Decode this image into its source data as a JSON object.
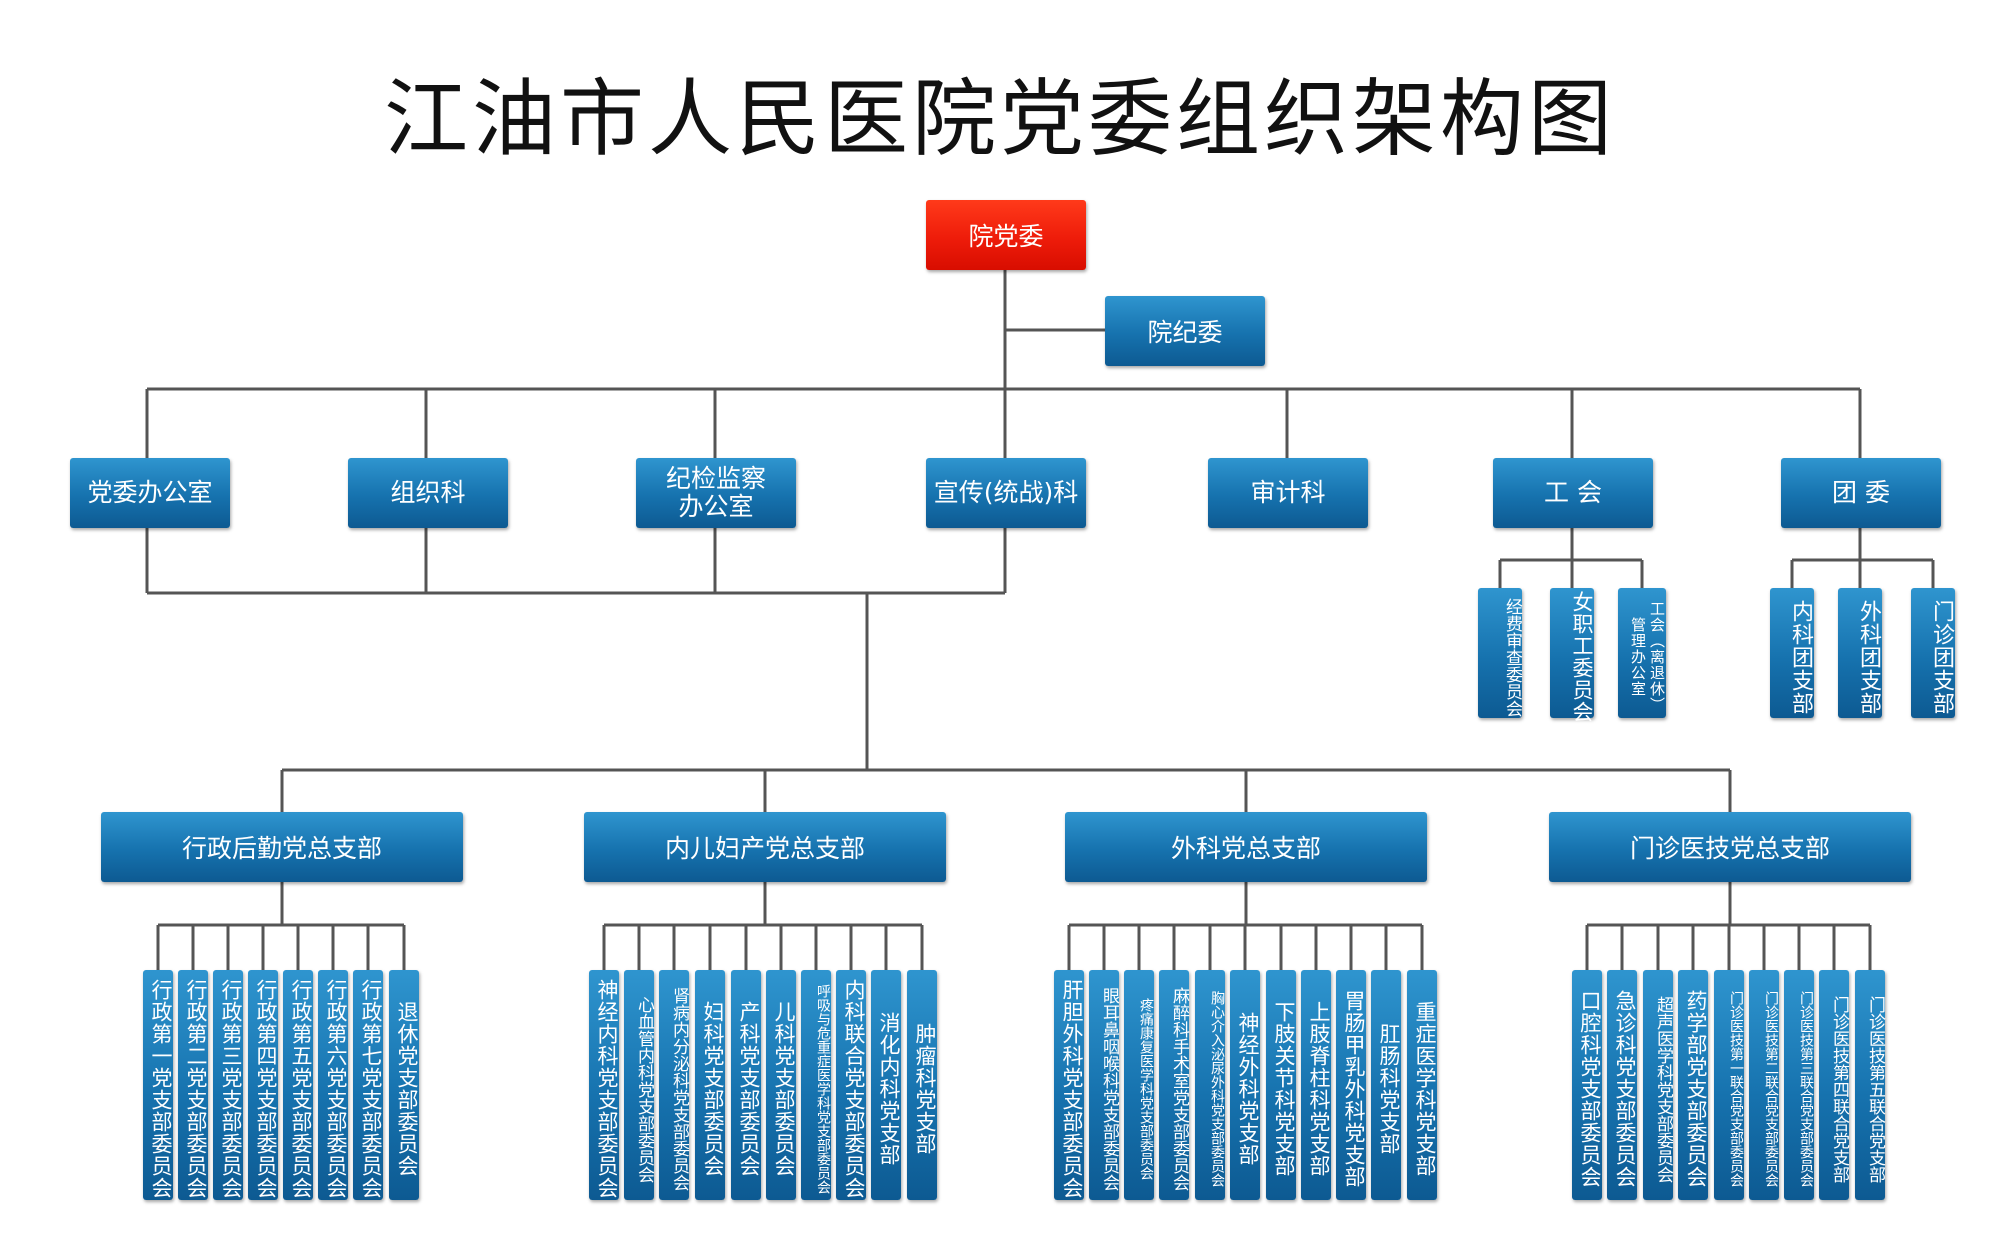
{
  "title": "江油市人民医院党委组织架构图",
  "root": "院党委",
  "discipline": "院纪委",
  "departments": [
    "党委办公室",
    "组织科",
    "纪检监察\n办公室",
    "宣传(统战)科",
    "审计科",
    "工 会",
    "团 委"
  ],
  "union_children": [
    "经费审查委员会",
    "女职工委员会",
    "工会（离退休）管理办公室"
  ],
  "youth_children": [
    "内科团支部",
    "外科团支部",
    "门诊团支部"
  ],
  "branches": [
    {
      "name": "行政后勤党总支部",
      "children": [
        "行政第一党支部委员会",
        "行政第二党支部委员会",
        "行政第三党支部委员会",
        "行政第四党支部委员会",
        "行政第五党支部委员会",
        "行政第六党支部委员会",
        "行政第七党支部委员会",
        "退休党支部委员会"
      ]
    },
    {
      "name": "内儿妇产党总支部",
      "children": [
        "神经内科党支部委员会",
        "心血管内科党支部委员会",
        "肾病内分泌科党支部委员会",
        "妇科党支部委员会",
        "产科党支部委员会",
        "儿科党支部委员会",
        "呼吸与危重症医学科党支部委员会",
        "内科联合党支部委员会",
        "消化内科党支部",
        "肿瘤科党支部"
      ]
    },
    {
      "name": "外科党总支部",
      "children": [
        "肝胆外科党支部委员会",
        "眼耳鼻咽喉科党支部委员会",
        "疼痛康复医学科党支部委员会",
        "麻醉科手术室党支部委员会",
        "胸心介入泌尿外科党支部委员会",
        "神经外科党支部",
        "下肢关节科党支部",
        "上肢脊柱科党支部",
        "胃肠甲乳外科党支部",
        "肛肠科党支部",
        "重症医学科党支部"
      ]
    },
    {
      "name": "门诊医技党总支部",
      "children": [
        "口腔科党支部委员会",
        "急诊科党支部委员会",
        "超声医学科党支部委员会",
        "药学部党支部委员会",
        "门诊医技第一联合党支部委员会",
        "门诊医技第二联合党支部委员会",
        "门诊医技第三联合党支部委员会",
        "门诊医技第四联合党支部",
        "门诊医技第五联合党支部"
      ]
    }
  ]
}
